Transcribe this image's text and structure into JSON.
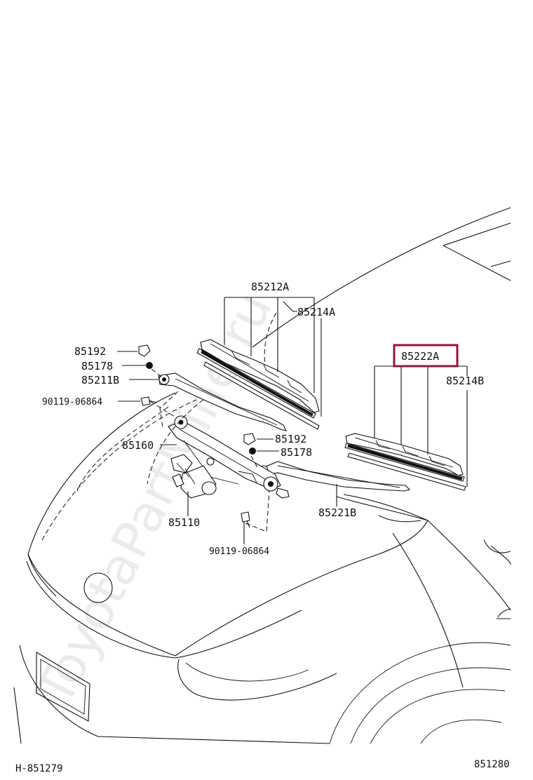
{
  "watermark": "ToyotaPartMine.ru",
  "labels": {
    "p85212A": "85212A",
    "p85214A": "85214A",
    "p85192_top": "85192",
    "p85178_top": "85178",
    "p85211B": "85211B",
    "p90119_left": "90119-06864",
    "p85160": "85160",
    "p85192_mid": "85192",
    "p85178_mid": "85178",
    "p85110": "85110",
    "p90119_bottom": "90119-06864",
    "p85221B": "85221B",
    "p85222A": "85222A",
    "p85214B": "85214B"
  },
  "footer": {
    "left_ref": "H-851279",
    "right_ref": "851280"
  },
  "colors": {
    "highlight_box": "#8b1a3a",
    "line": "#111111"
  }
}
